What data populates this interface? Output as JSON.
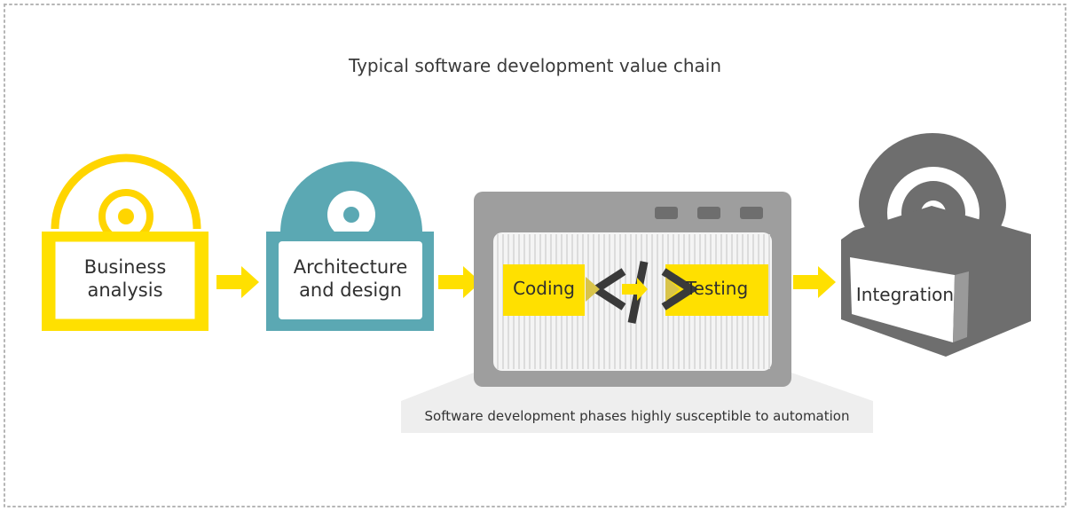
{
  "title": "Typical software development value chain",
  "stages": {
    "business_analysis": "Business\nanalysis",
    "architecture_design": "Architecture\nand design",
    "coding": "Coding",
    "testing": "Testing",
    "integration": "Integration"
  },
  "code_glyph": "</>",
  "caption": "Software development phases highly susceptible to automation",
  "colors": {
    "yellow": "#FFE000",
    "teal": "#5BA8B3",
    "gray_dark": "#6E6E6E",
    "gray_mid": "#9E9E9E",
    "caption_bg": "#EEEEEE"
  }
}
